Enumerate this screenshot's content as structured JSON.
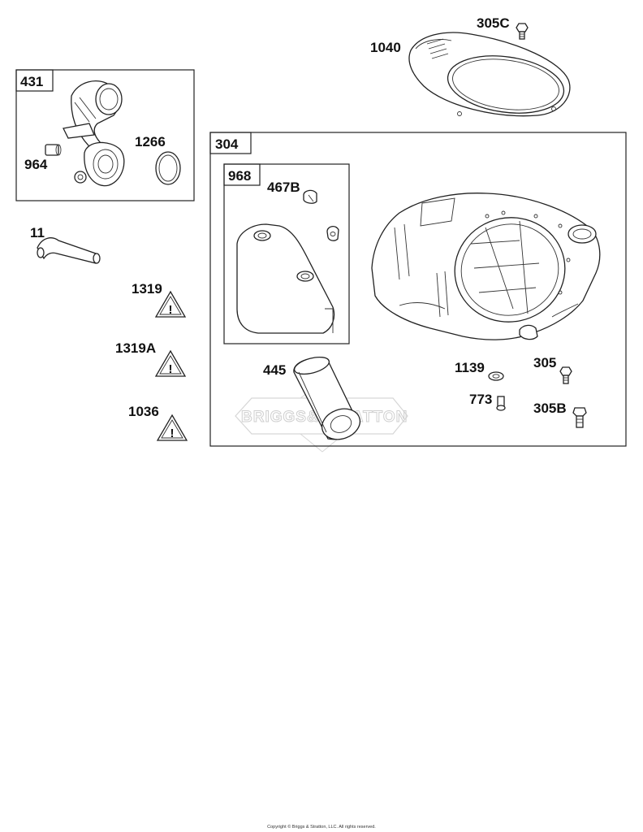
{
  "boxes": {
    "b431": "431",
    "b304": "304",
    "b968": "968"
  },
  "callouts": {
    "c305C": "305C",
    "c1040": "1040",
    "c964": "964",
    "c1266": "1266",
    "c11": "11",
    "c1319": "1319",
    "c1319A": "1319A",
    "c1036": "1036",
    "c467B": "467B",
    "c445": "445",
    "c1139": "1139",
    "c305": "305",
    "c773": "773",
    "c305B": "305B"
  },
  "warning_glyph": "!",
  "watermark": "BRIGGS&STRATTON",
  "copyright": "Copyright © Briggs & Stratton, LLC. All rights reserved."
}
